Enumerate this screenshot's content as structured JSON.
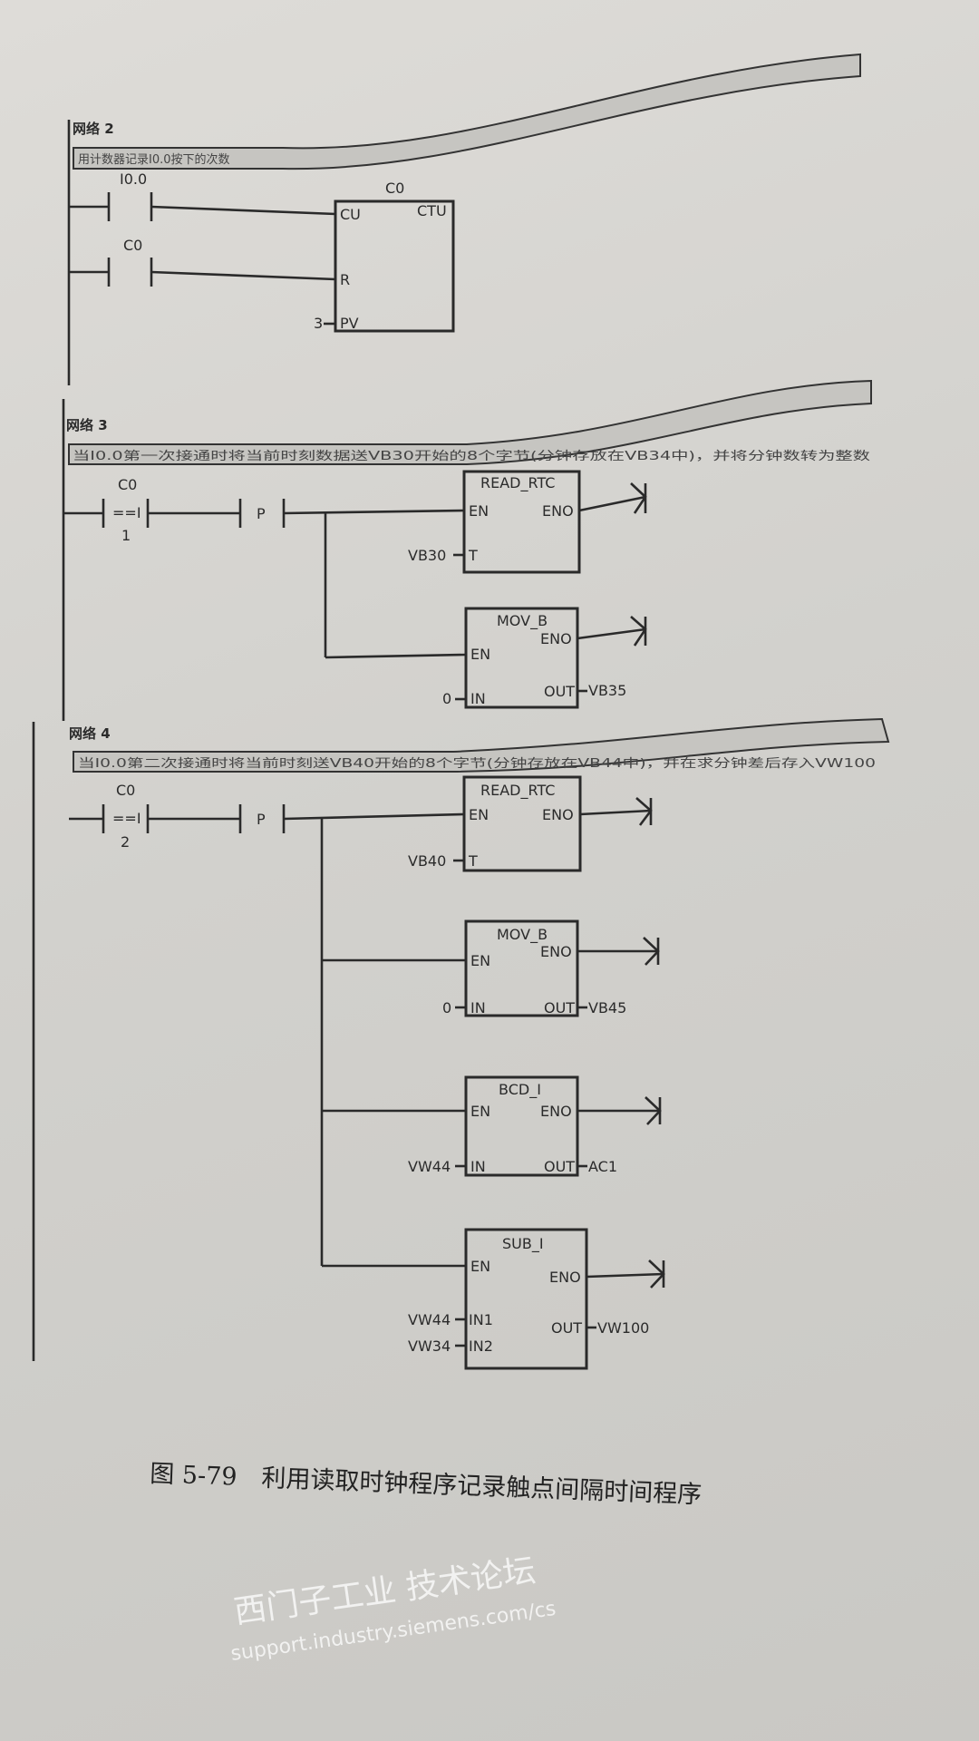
{
  "networks": [
    {
      "title": "网络 2",
      "comment": "用计数器记录I0.0按下的次数",
      "contacts": [
        {
          "label": "I0.0"
        },
        {
          "label": "C0"
        }
      ],
      "counter": {
        "name": "C0",
        "type": "CTU",
        "cu": "CU",
        "r": "R",
        "pv": "PV",
        "pv_value": "3"
      }
    },
    {
      "title": "网络 3",
      "comment": "当I0.0第一次接通时将当前时刻数据送VB30开始的8个字节(分钟存放在VB34中)，并将分钟数转为整数",
      "compare": {
        "label": "C0",
        "op": "==I",
        "value": "1"
      },
      "edge": "P",
      "blocks": [
        {
          "name": "READ_RTC",
          "en": "EN",
          "eno": "ENO",
          "inputs": [
            {
              "pin": "T",
              "value": "VB30"
            }
          ],
          "outputs": []
        },
        {
          "name": "MOV_B",
          "en": "EN",
          "eno": "ENO",
          "inputs": [
            {
              "pin": "IN",
              "value": "0"
            }
          ],
          "outputs": [
            {
              "pin": "OUT",
              "value": "VB35"
            }
          ]
        }
      ]
    },
    {
      "title": "网络 4",
      "comment": "当I0.0第二次接通时将当前时刻送VB40开始的8个字节(分钟存放在VB44中)，并在求分钟差后存入VW100",
      "compare": {
        "label": "C0",
        "op": "==I",
        "value": "2"
      },
      "edge": "P",
      "blocks": [
        {
          "name": "READ_RTC",
          "en": "EN",
          "eno": "ENO",
          "inputs": [
            {
              "pin": "T",
              "value": "VB40"
            }
          ],
          "outputs": []
        },
        {
          "name": "MOV_B",
          "en": "EN",
          "eno": "ENO",
          "inputs": [
            {
              "pin": "IN",
              "value": "0"
            }
          ],
          "outputs": [
            {
              "pin": "OUT",
              "value": "VB45"
            }
          ]
        },
        {
          "name": "BCD_I",
          "en": "EN",
          "eno": "ENO",
          "inputs": [
            {
              "pin": "IN",
              "value": "VW44"
            }
          ],
          "outputs": [
            {
              "pin": "OUT",
              "value": "AC1"
            }
          ]
        },
        {
          "name": "SUB_I",
          "en": "EN",
          "eno": "ENO",
          "inputs": [
            {
              "pin": "IN1",
              "value": "VW44"
            },
            {
              "pin": "IN2",
              "value": "VW34"
            }
          ],
          "outputs": [
            {
              "pin": "OUT",
              "value": "VW100"
            }
          ]
        }
      ]
    }
  ],
  "caption": "图 5-79　利用读取时钟程序记录触点间隔时间程序",
  "watermark": {
    "line1": "西门子工业 技术论坛",
    "line2": "support.industry.siemens.com/cs"
  }
}
